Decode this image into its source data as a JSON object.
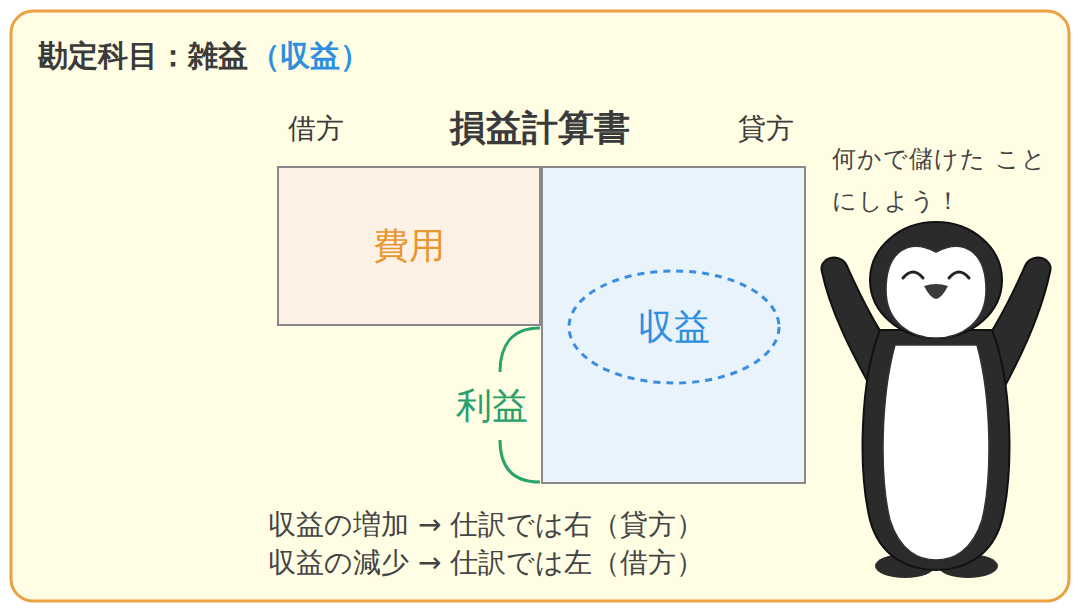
{
  "diagram": {
    "title": "勘定科目：雑益",
    "nodes": [
      {
        "text": [
          "費用"
        ]
      },
      {
        "text": []
      },
      {
        "text": [
          "収益"
        ],
        "in": 1
      }
    ],
    "labels": [
      "（収益）",
      "損益計算書",
      "借方",
      "貸方",
      "利益",
      "何かで儲けた ことにしよう！",
      "収益の増加 → 仕訳では右（貸方）",
      "収益の減少 → 仕訳では左（借方）"
    ]
  }
}
